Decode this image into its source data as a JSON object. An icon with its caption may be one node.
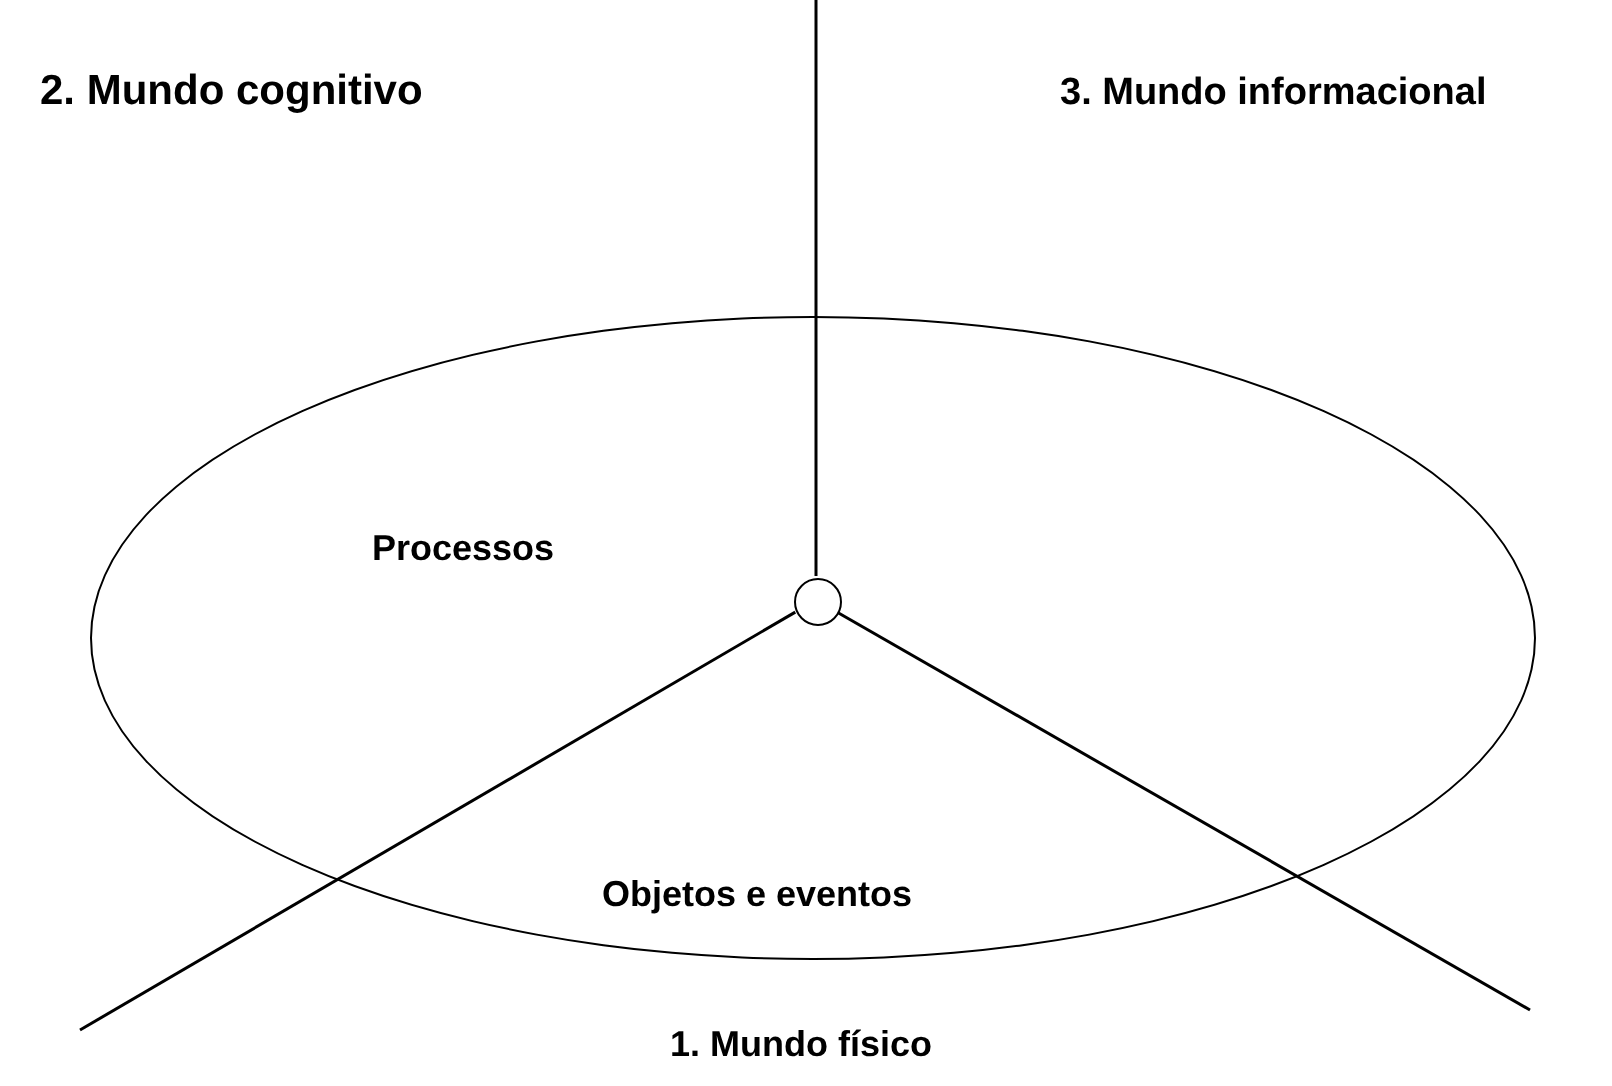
{
  "diagram": {
    "nodes": [
      {
        "text": [
          "Processos",
          "Objetos e eventos"
        ]
      },
      {
        "text": [],
        "shape": "circle",
        "in": 0
      }
    ],
    "edges": [
      {
        "from": 1,
        "to": null,
        "arrow": "none"
      },
      {
        "from": 1,
        "to": null,
        "arrow": "none"
      },
      {
        "from": 1,
        "to": null,
        "arrow": "none"
      }
    ],
    "labels": [
      "2. Mundo cognitivo",
      "3. Mundo informacional",
      "1. Mundo físico"
    ]
  }
}
